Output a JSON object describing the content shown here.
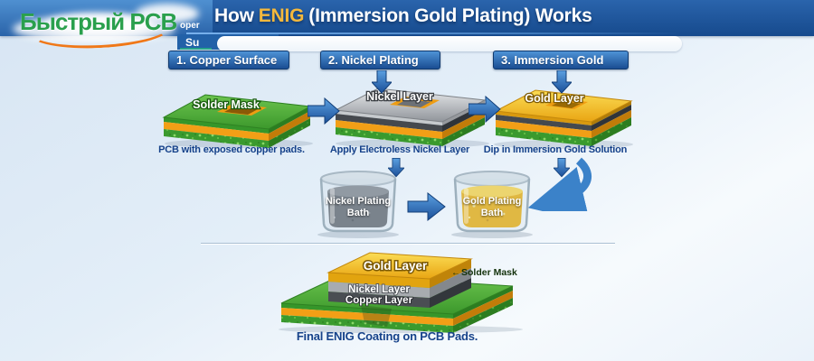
{
  "brand": {
    "name": "Быстрый PCB"
  },
  "header": {
    "artifact": "oper",
    "title_prefix": "How",
    "title_highlight": "ENIG",
    "title_suffix": "(Immersion Gold Plating) Works",
    "artifact_sub": "Su"
  },
  "steps": [
    {
      "label": "1. Copper Surface",
      "board_label": "Solder Mask",
      "caption": "PCB with exposed copper pads."
    },
    {
      "label": "2. Nickel Plating",
      "board_label": "Nickel Layer",
      "caption": "Apply Electroless Nickel Layer"
    },
    {
      "label": "3. Immersion Gold",
      "board_label": "Gold Layer",
      "caption": "Dip in Immersion Gold Solution"
    }
  ],
  "baths": [
    {
      "label": "Nickel Plating Bath"
    },
    {
      "label": "Gold Plating Bath"
    }
  ],
  "final_board": {
    "layer_labels": [
      "Gold Layer",
      "Nickel Layer",
      "Copper Layer"
    ],
    "solder_mask_arrow": "←",
    "solder_mask_label": "Solder Mask",
    "caption": "Final ENIG Coating on PCB Pads."
  },
  "colors": {
    "header_bg": "#1c5196",
    "title_highlight": "#f4b83c",
    "accent_blue": "#2a6cb8",
    "pcb_green": "#4aa734",
    "copper_orange": "#f29f16",
    "nickel_silver": "#b9bdc1",
    "gold": "#eeb41d",
    "caption_text": "#16428a",
    "logo_green": "#2aa04d",
    "logo_swoosh": "#f07818"
  }
}
